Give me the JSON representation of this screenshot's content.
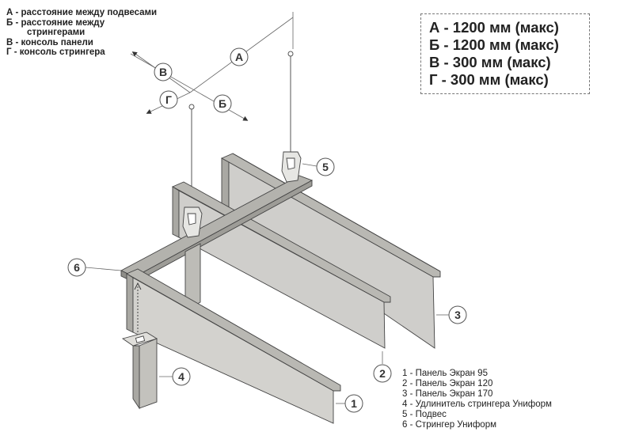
{
  "legend_top": [
    {
      "line": "А - расстояние между подвесами",
      "indent": false
    },
    {
      "line": "Б - расстояние между",
      "indent": false
    },
    {
      "line": "стрингерами",
      "indent": true
    },
    {
      "line": "В - консоль панели",
      "indent": false
    },
    {
      "line": "Г - консоль стрингера",
      "indent": false
    }
  ],
  "limits": [
    "А - 1200 мм (макс)",
    "Б - 1200 мм (макс)",
    "В - 300 мм (макс)",
    "Г - 300 мм (макс)"
  ],
  "dimension_labels": {
    "a": "А",
    "b": "Б",
    "v": "В",
    "g": "Г"
  },
  "callouts": {
    "c1": "1",
    "c2": "2",
    "c3": "3",
    "c4": "4",
    "c5": "5",
    "c6": "6"
  },
  "parts_list": [
    "1 - Панель Экран 95",
    "2 - Панель Экран 120",
    "3 - Панель Экран 170",
    "4 - Удлинитель стрингера Униформ",
    "5 - Подвес",
    "6 - Стрингер Униформ"
  ],
  "colors": {
    "panel": "#c9c8c4",
    "panel_dark": "#9d9c97",
    "stringer": "#a8a7a2",
    "line": "#444444"
  }
}
